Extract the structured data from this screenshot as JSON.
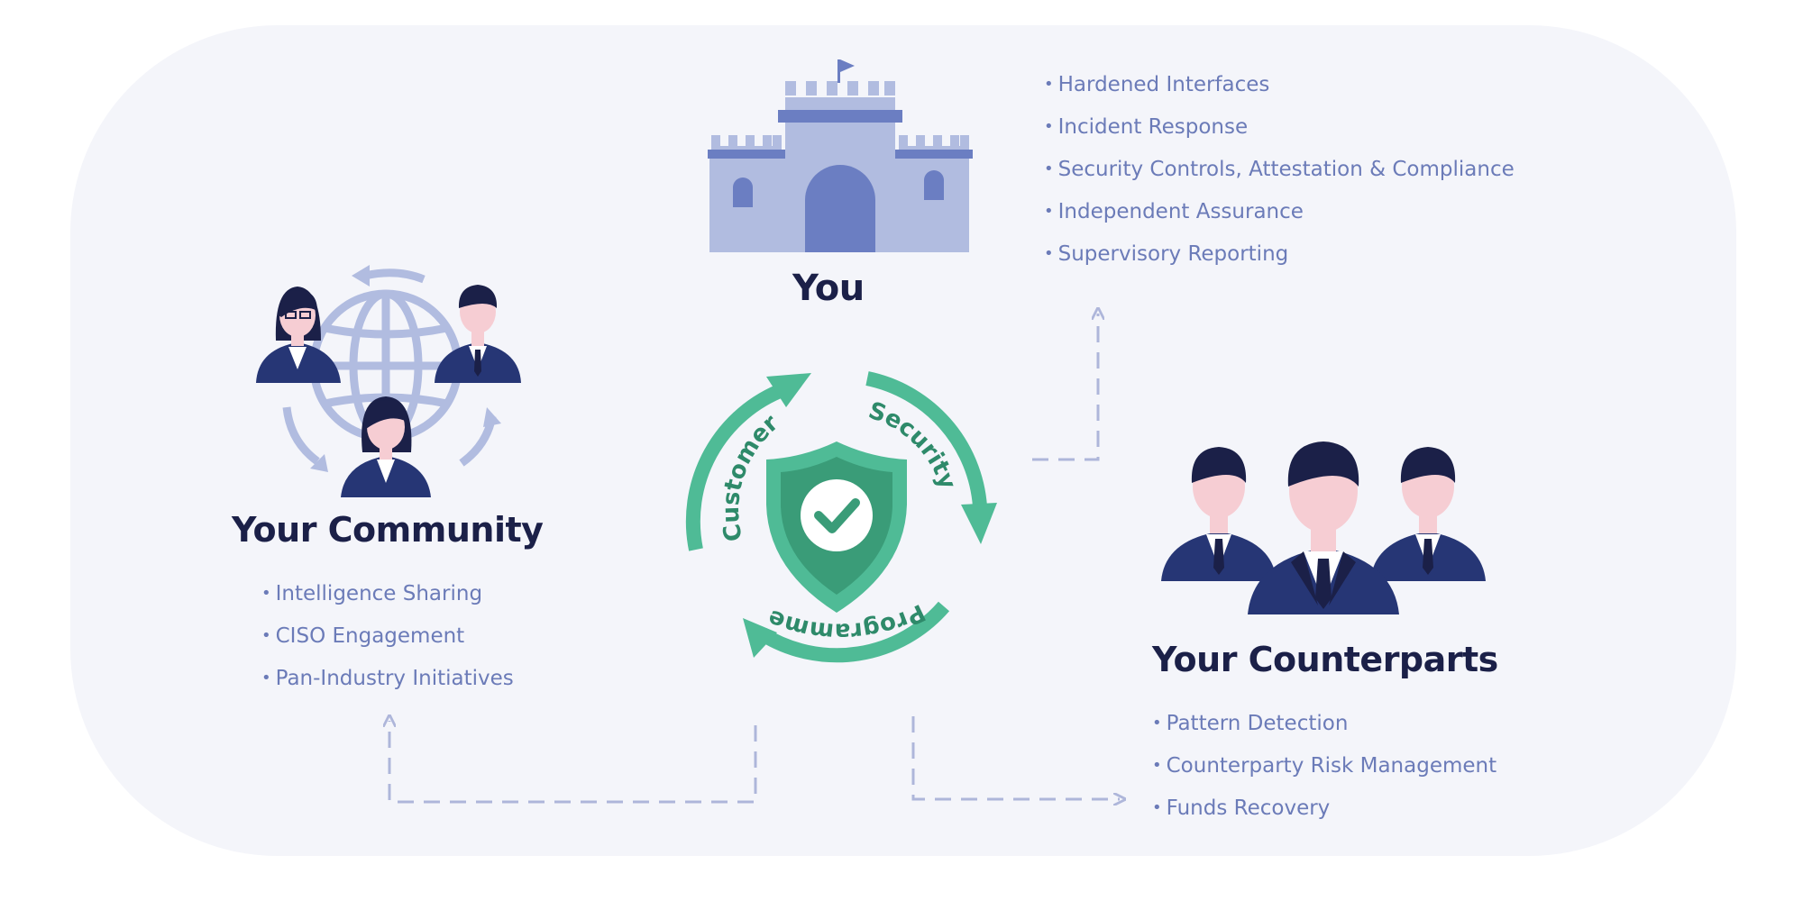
{
  "you": {
    "title": "You",
    "items": [
      "Hardened Interfaces",
      "Incident Response",
      "Security Controls, Attestation & Compliance",
      "Independent Assurance",
      "Supervisory Reporting"
    ]
  },
  "community": {
    "title": "Your Community",
    "items": [
      "Intelligence Sharing",
      "CISO Engagement",
      "Pan-Industry Initiatives"
    ]
  },
  "counterparts": {
    "title": "Your Counterparts",
    "items": [
      "Pattern Detection",
      "Counterparty Risk Management",
      "Funds Recovery"
    ]
  },
  "center": {
    "words": [
      "Customer",
      "Security",
      "Programme"
    ]
  },
  "colors": {
    "navy": "#1b2048",
    "list_text": "#6b7bb8",
    "cycle_green": "#4fbb96",
    "shield_green": "#3a9c78",
    "castle": "#b1bce0",
    "castle_dark": "#6b7ec2",
    "suit": "#263675",
    "connector": "#aeb6da",
    "panel_bg": "#f4f5fa"
  },
  "icons": {
    "you": "castle-icon",
    "community": "people-globe-icon",
    "counterparts": "three-businessmen-icon",
    "center": "shield-check-icon"
  }
}
